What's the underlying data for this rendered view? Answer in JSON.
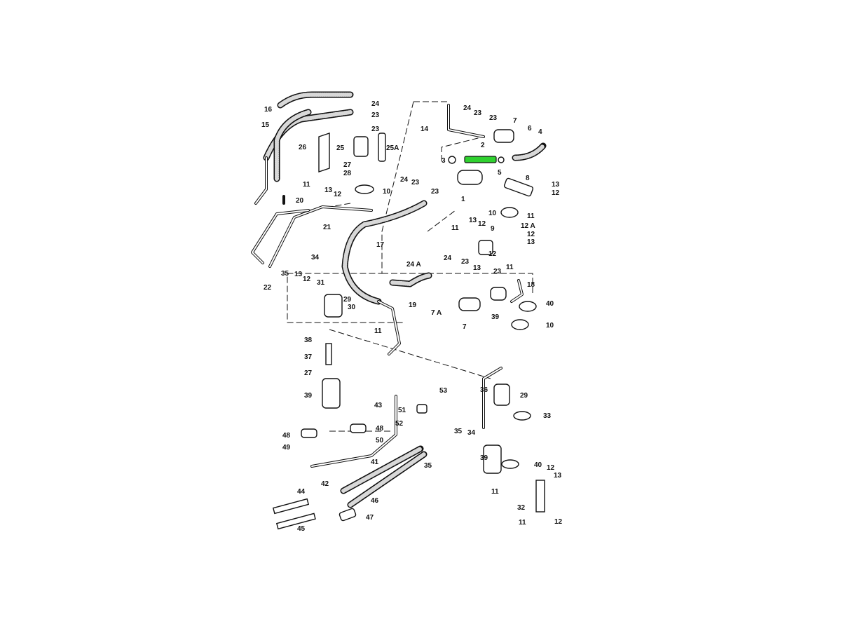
{
  "diagram": {
    "title": "Fuel lines and fuel filter exploded parts diagram",
    "highlight_color": "#2fd12f",
    "highlighted_part": "2",
    "labels": [
      "24",
      "23",
      "23",
      "25A",
      "25",
      "26",
      "27",
      "28",
      "10",
      "16",
      "15",
      "11",
      "13",
      "12",
      "20",
      "21",
      "17",
      "22",
      "35",
      "34",
      "13",
      "12",
      "31",
      "29",
      "30",
      "11",
      "38",
      "37",
      "27",
      "39",
      "48",
      "49",
      "43",
      "51",
      "53",
      "52",
      "48",
      "50",
      "35",
      "34",
      "36",
      "29",
      "33",
      "39",
      "40",
      "12",
      "13",
      "11",
      "32",
      "12",
      "11",
      "41",
      "35",
      "42",
      "44",
      "46",
      "47",
      "45",
      "14",
      "24",
      "23",
      "23",
      "7",
      "6",
      "4",
      "2",
      "3",
      "5",
      "24",
      "23",
      "23",
      "1",
      "8",
      "13",
      "12",
      "10",
      "11",
      "12 A",
      "12",
      "13",
      "13",
      "12",
      "11",
      "9",
      "12",
      "11",
      "24",
      "24 A",
      "23",
      "13",
      "23",
      "18",
      "19",
      "7 A",
      "7",
      "39",
      "40",
      "10"
    ]
  }
}
